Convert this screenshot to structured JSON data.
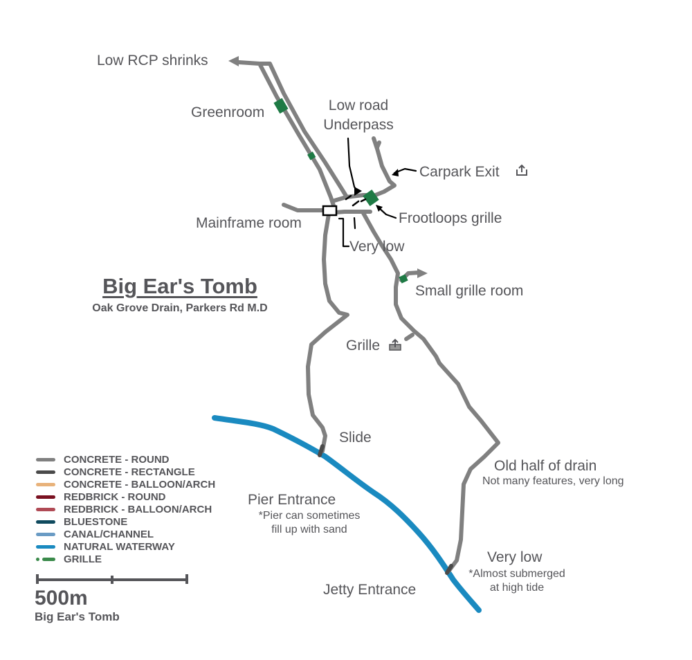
{
  "title": "Big Ear's Tomb",
  "subtitle": "Oak Grove Drain, Parkers Rd M.D",
  "labels": {
    "low_rcp": "Low RCP shrinks",
    "greenroom": "Greenroom",
    "low_road_1": "Low road",
    "low_road_2": "Underpass",
    "carpark_exit": "Carpark Exit",
    "frootloops": "Frootloops grille",
    "mainframe": "Mainframe room",
    "very_low_top": "Very low",
    "small_grille_room": "Small grille room",
    "grille": "Grille",
    "slide": "Slide",
    "old_half": "Old half of drain",
    "old_half_note": "Not many features, very long",
    "pier_entrance": "Pier Entrance",
    "pier_note_1": "*Pier can sometimes",
    "pier_note_2": "fill up with sand",
    "very_low_bottom": "Very low",
    "submerged_note_1": "*Almost submerged",
    "submerged_note_2": "at high tide",
    "jetty_entrance": "Jetty Entrance"
  },
  "legend": [
    {
      "label": "CONCRETE - ROUND",
      "color": "#808080",
      "style": "line"
    },
    {
      "label": "CONCRETE - RECTANGLE",
      "color": "#4a4a4a",
      "style": "line"
    },
    {
      "label": "CONCRETE - BALLOON/ARCH",
      "color": "#e8b27a",
      "style": "line"
    },
    {
      "label": "REDBRICK  - ROUND",
      "color": "#7a1020",
      "style": "line"
    },
    {
      "label": "REDBRICK  - BALLOON/ARCH",
      "color": "#b04a55",
      "style": "line"
    },
    {
      "label": "BLUESTONE",
      "color": "#0f4a5e",
      "style": "line"
    },
    {
      "label": "CANAL/CHANNEL",
      "color": "#6a9bc4",
      "style": "line"
    },
    {
      "label": "NATURAL WATERWAY",
      "color": "#1a8ac0",
      "style": "line"
    },
    {
      "label": "GRILLE",
      "color": "#3a8a4a",
      "style": "grille"
    }
  ],
  "scale": {
    "label": "500m",
    "caption": "Big Ear's Tomb"
  },
  "colors": {
    "drain": "#808080",
    "rectangle": "#4a4a4a",
    "waterway": "#1a8ac0",
    "grille": "#1e7a45",
    "text": "#555559"
  },
  "icons": {
    "exit": "exit-arrow-icon"
  }
}
